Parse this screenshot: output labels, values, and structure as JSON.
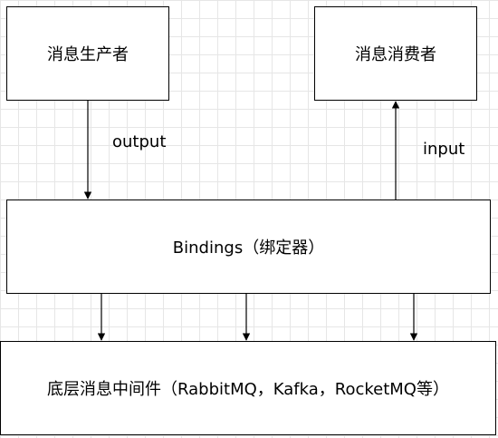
{
  "nodes": {
    "producer": "消息生产者",
    "consumer": "消息消费者",
    "bindings": "Bindings（绑定器）",
    "middleware": "底层消息中间件（RabbitMQ，Kafka，RocketMQ等）"
  },
  "edges": {
    "output": "output",
    "input": "input"
  },
  "colors": {
    "stroke": "#000000",
    "grid": "#e6e6e6",
    "background": "#ffffff"
  }
}
